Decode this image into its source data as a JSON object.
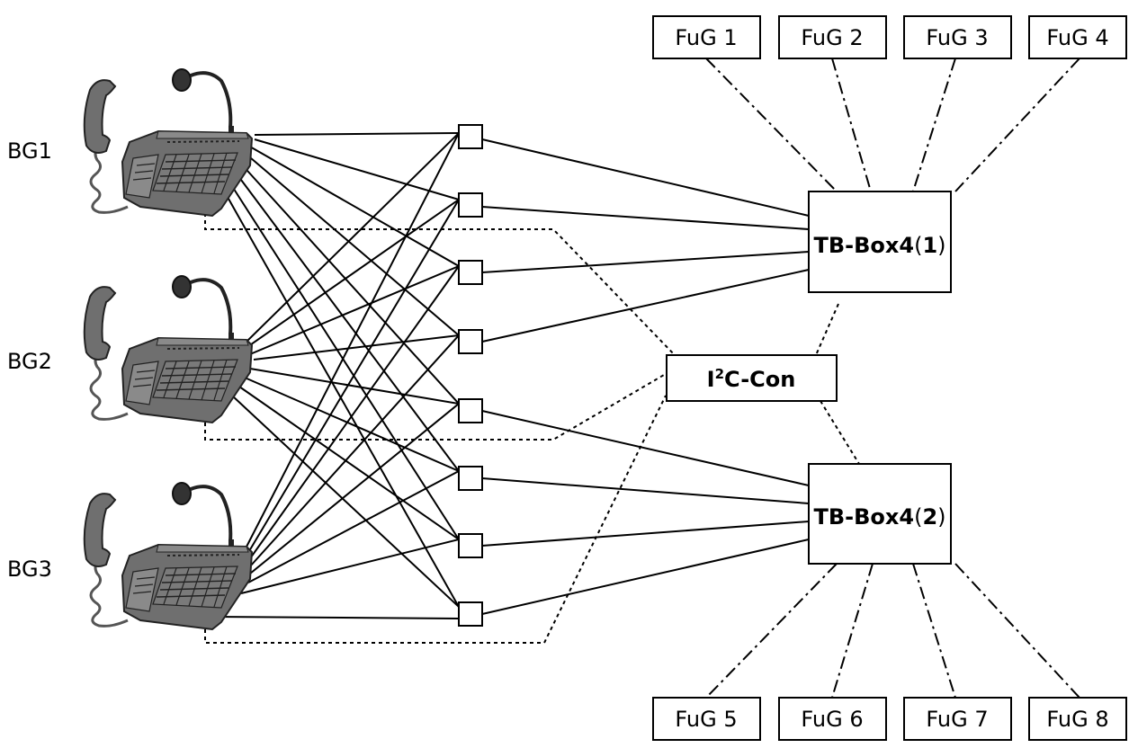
{
  "operator_stations": [
    "BG1",
    "BG2",
    "BG3"
  ],
  "radios_top": [
    "FuG 1",
    "FuG 2",
    "FuG 3",
    "FuG 4"
  ],
  "radios_bottom": [
    "FuG 5",
    "FuG 6",
    "FuG 7",
    "FuG 8"
  ],
  "tb_box_1": {
    "name": "TB-Box4",
    "open": "(",
    "num": "1",
    "close": ")"
  },
  "tb_box_2": {
    "name": "TB-Box4",
    "open": "(",
    "num": "2",
    "close": ")"
  },
  "i2c": {
    "prefix": "I",
    "sup": "2",
    "suffix": "C-Con"
  },
  "colors": {
    "line": "#000000",
    "phone_body": "#6f6f6f",
    "background": "#ffffff"
  },
  "icons": [
    "desk-phone-icon"
  ]
}
